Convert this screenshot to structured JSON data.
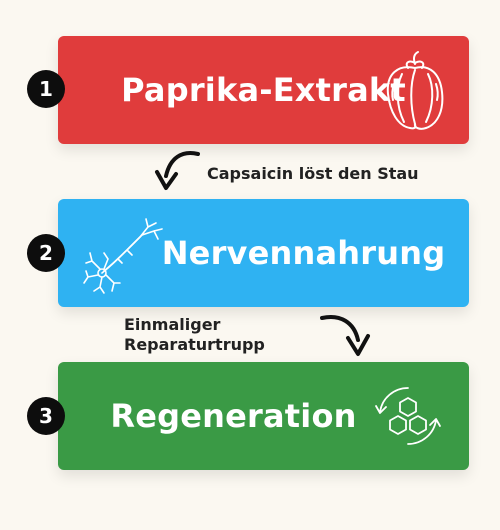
{
  "steps": [
    {
      "number": "1",
      "title": "Paprika-Extrakt",
      "color": "#e03c3c",
      "icon": "bell-pepper-icon"
    },
    {
      "number": "2",
      "title": "Nervennahrung",
      "color": "#2fb2f2",
      "icon": "neuron-icon"
    },
    {
      "number": "3",
      "title": "Regeneration",
      "color": "#3a9a45",
      "icon": "regeneration-cycle-icon"
    }
  ],
  "notes": {
    "first": "Capsaicin löst den Stau",
    "second_line1": "Einmaliger",
    "second_line2": "Reparaturtrupp"
  }
}
